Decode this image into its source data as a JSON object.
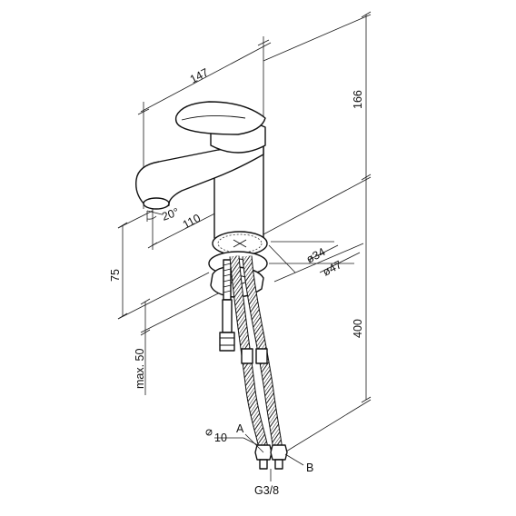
{
  "dimensions": {
    "width": "147",
    "height_top": "166",
    "angle": "20°",
    "reach": "110",
    "spout_height": "75",
    "hole_diameter": "ø34",
    "washer_diameter": "ø47",
    "hose_length": "400",
    "max_thickness": "max. 50",
    "hex_size": "10",
    "thread": "G3/8"
  },
  "callouts": {
    "a": "A",
    "b": "B"
  }
}
